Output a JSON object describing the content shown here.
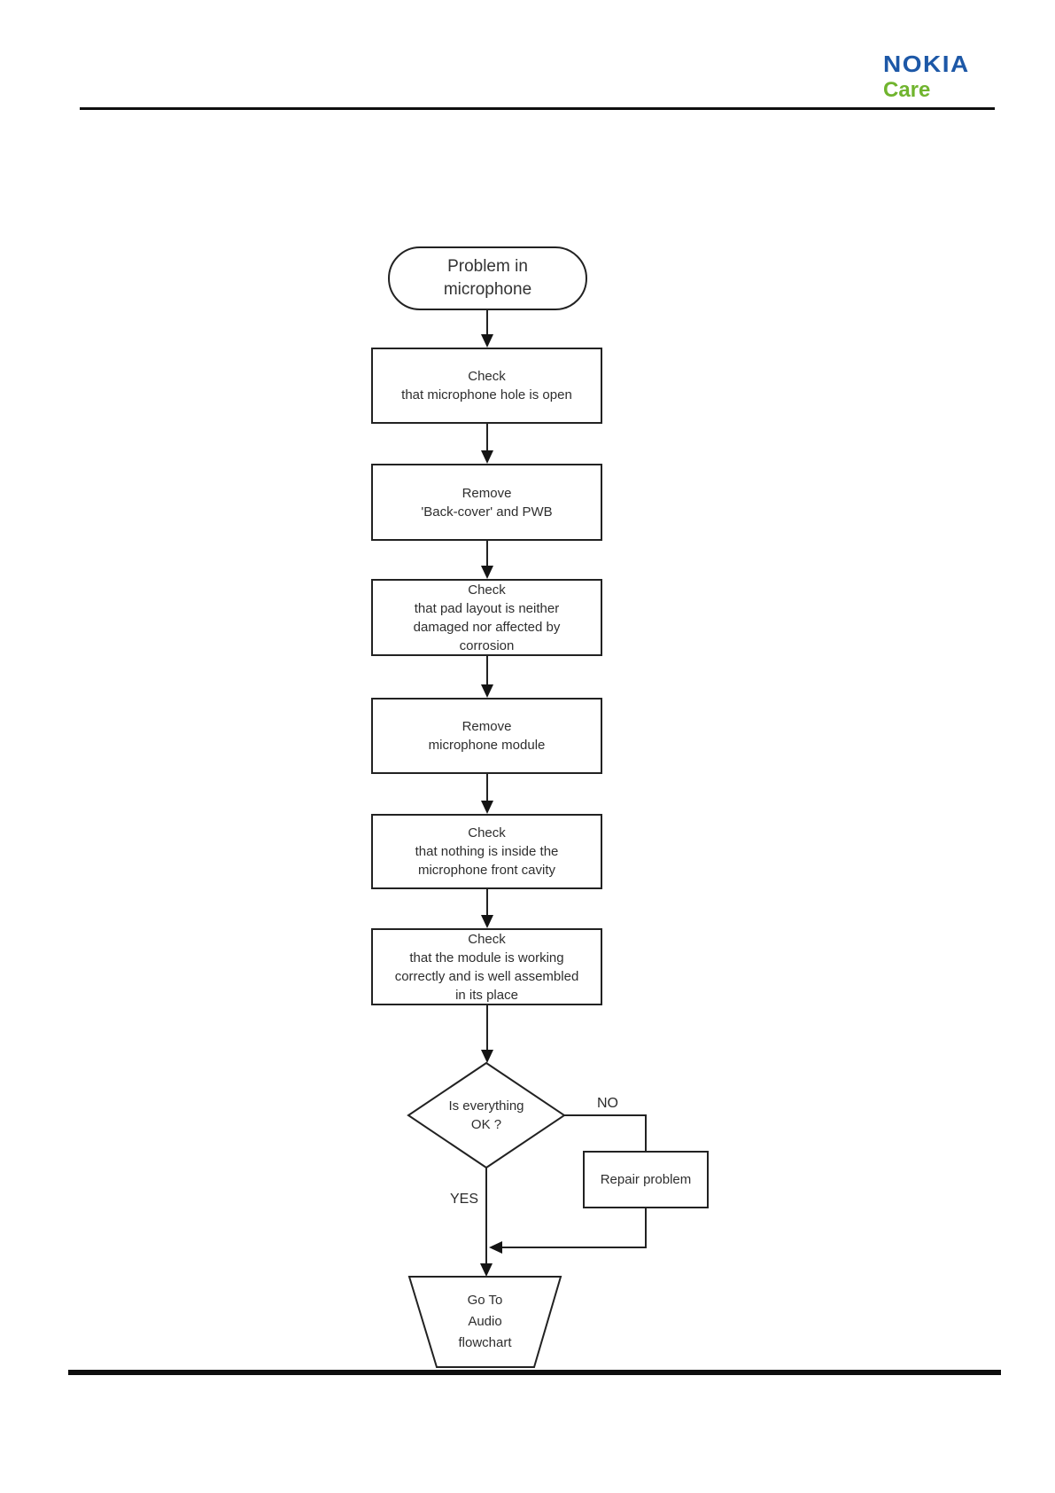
{
  "header": {
    "logo": {
      "brand": "NOKIA",
      "sub": "Care",
      "brand_color": "#1d58a7",
      "sub_color": "#70b42e"
    }
  },
  "flowchart": {
    "line_color": "#1f1f1f",
    "nodes": [
      {
        "id": "start",
        "type": "terminator",
        "lines": [
          "Problem in",
          "microphone"
        ]
      },
      {
        "id": "step1",
        "type": "process",
        "lines": [
          "Check",
          "that microphone hole is open"
        ]
      },
      {
        "id": "step2",
        "type": "process",
        "lines": [
          "Remove",
          "'Back-cover' and PWB"
        ]
      },
      {
        "id": "step3",
        "type": "process",
        "lines": [
          "Check",
          "that pad layout is neither",
          "damaged nor affected by",
          "corrosion"
        ]
      },
      {
        "id": "step4",
        "type": "process",
        "lines": [
          "Remove",
          "microphone module"
        ]
      },
      {
        "id": "step5",
        "type": "process",
        "lines": [
          "Check",
          "that nothing is inside the",
          "microphone front cavity"
        ]
      },
      {
        "id": "step6",
        "type": "process",
        "lines": [
          "Check",
          "that the module is working",
          "correctly and is well assembled",
          "in its place"
        ]
      },
      {
        "id": "decision",
        "type": "decision",
        "lines": [
          "Is everything",
          "OK ?"
        ]
      },
      {
        "id": "repair",
        "type": "process",
        "lines": [
          "Repair problem"
        ]
      },
      {
        "id": "end",
        "type": "manual-operation",
        "lines": [
          "Go To",
          "Audio",
          "flowchart"
        ]
      }
    ],
    "edge_labels": {
      "no": "NO",
      "yes": "YES"
    }
  }
}
